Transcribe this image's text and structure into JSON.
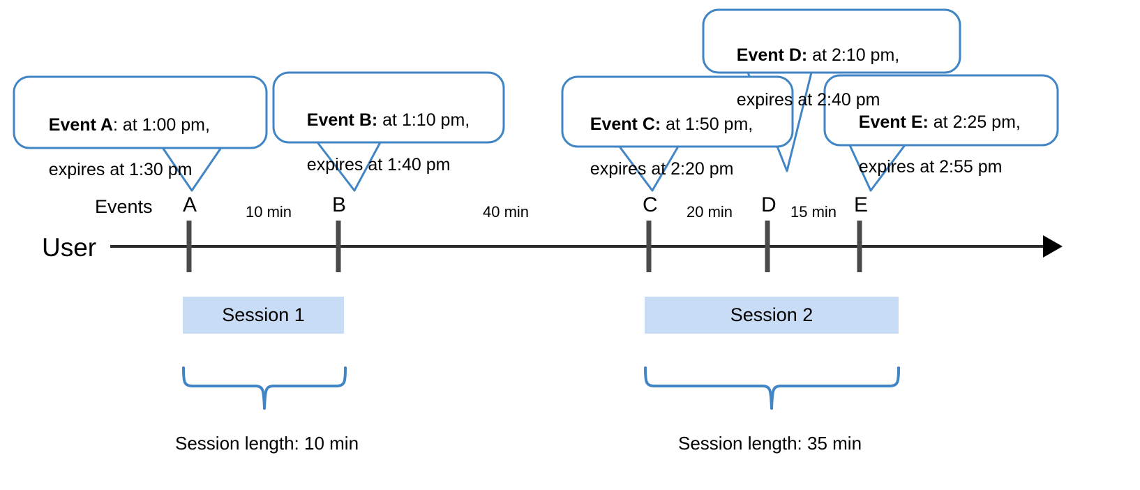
{
  "diagram": {
    "title_axis_label": "User",
    "events_row_label": "Events",
    "accent_color": "#4285c5",
    "session_fill_color": "#c9dcf5",
    "axis_color": "#3c3c3c"
  },
  "callouts": [
    {
      "id": "event-a",
      "bold": "Event A",
      "rest": ": at 1:00 pm,",
      "line2": "expires at 1:30 pm"
    },
    {
      "id": "event-b",
      "bold": "Event B:",
      "rest": " at 1:10 pm,",
      "line2": "expires at 1:40 pm"
    },
    {
      "id": "event-c",
      "bold": "Event C:",
      "rest": " at 1:50 pm,",
      "line2": "expires at 2:20 pm"
    },
    {
      "id": "event-d",
      "bold": "Event D:",
      "rest": " at 2:10 pm,",
      "line2": "expires at 2:40 pm"
    },
    {
      "id": "event-e",
      "bold": "Event E:",
      "rest": " at 2:25 pm,",
      "line2": "expires at 2:55 pm"
    }
  ],
  "markers": [
    {
      "label": "A"
    },
    {
      "label": "B"
    },
    {
      "label": "C"
    },
    {
      "label": "D"
    },
    {
      "label": "E"
    }
  ],
  "intervals": [
    {
      "label": "10 min"
    },
    {
      "label": "40 min"
    },
    {
      "label": "20 min"
    },
    {
      "label": "15 min"
    }
  ],
  "sessions": [
    {
      "label": "Session 1",
      "caption": "Session length: 10 min"
    },
    {
      "label": "Session 2",
      "caption": "Session length: 35 min"
    }
  ],
  "chart_data": {
    "type": "timeline",
    "title": "User session timeline",
    "axis_label": "User",
    "events": [
      {
        "name": "A",
        "occurs_at": "1:00 pm",
        "expires_at": "1:30 pm"
      },
      {
        "name": "B",
        "occurs_at": "1:10 pm",
        "expires_at": "1:40 pm"
      },
      {
        "name": "C",
        "occurs_at": "1:50 pm",
        "expires_at": "2:20 pm"
      },
      {
        "name": "D",
        "occurs_at": "2:10 pm",
        "expires_at": "2:40 pm"
      },
      {
        "name": "E",
        "occurs_at": "2:25 pm",
        "expires_at": "2:55 pm"
      }
    ],
    "gaps_between_events": [
      {
        "from": "A",
        "to": "B",
        "minutes": 10
      },
      {
        "from": "B",
        "to": "C",
        "minutes": 40
      },
      {
        "from": "C",
        "to": "D",
        "minutes": 20
      },
      {
        "from": "D",
        "to": "E",
        "minutes": 15
      }
    ],
    "sessions": [
      {
        "name": "Session 1",
        "events": [
          "A",
          "B"
        ],
        "length_minutes": 10
      },
      {
        "name": "Session 2",
        "events": [
          "C",
          "D",
          "E"
        ],
        "length_minutes": 35
      }
    ]
  }
}
